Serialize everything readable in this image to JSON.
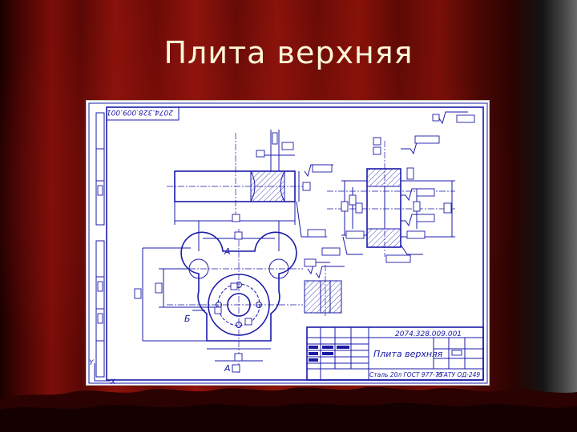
{
  "slide": {
    "title": "Плита верхняя"
  },
  "drawing": {
    "stamp_top": "2074.328.009.001",
    "title_block": {
      "designation": "2074.328.009.001",
      "part_name": "Плита верхняя",
      "material": "Сталь 20л ГОСТ 977-75",
      "organization": "УГАТУ ОД-249"
    },
    "section_labels": {
      "a_top": "А",
      "a_bottom": "А",
      "b_left": "Б"
    },
    "axis_labels": {
      "y": "Y",
      "x": "X"
    }
  },
  "colors": {
    "curtain": "#7c0d08",
    "title_text": "#fff7d8",
    "drawing_lines": "#1a1aa8",
    "paper": "#ffffff"
  }
}
